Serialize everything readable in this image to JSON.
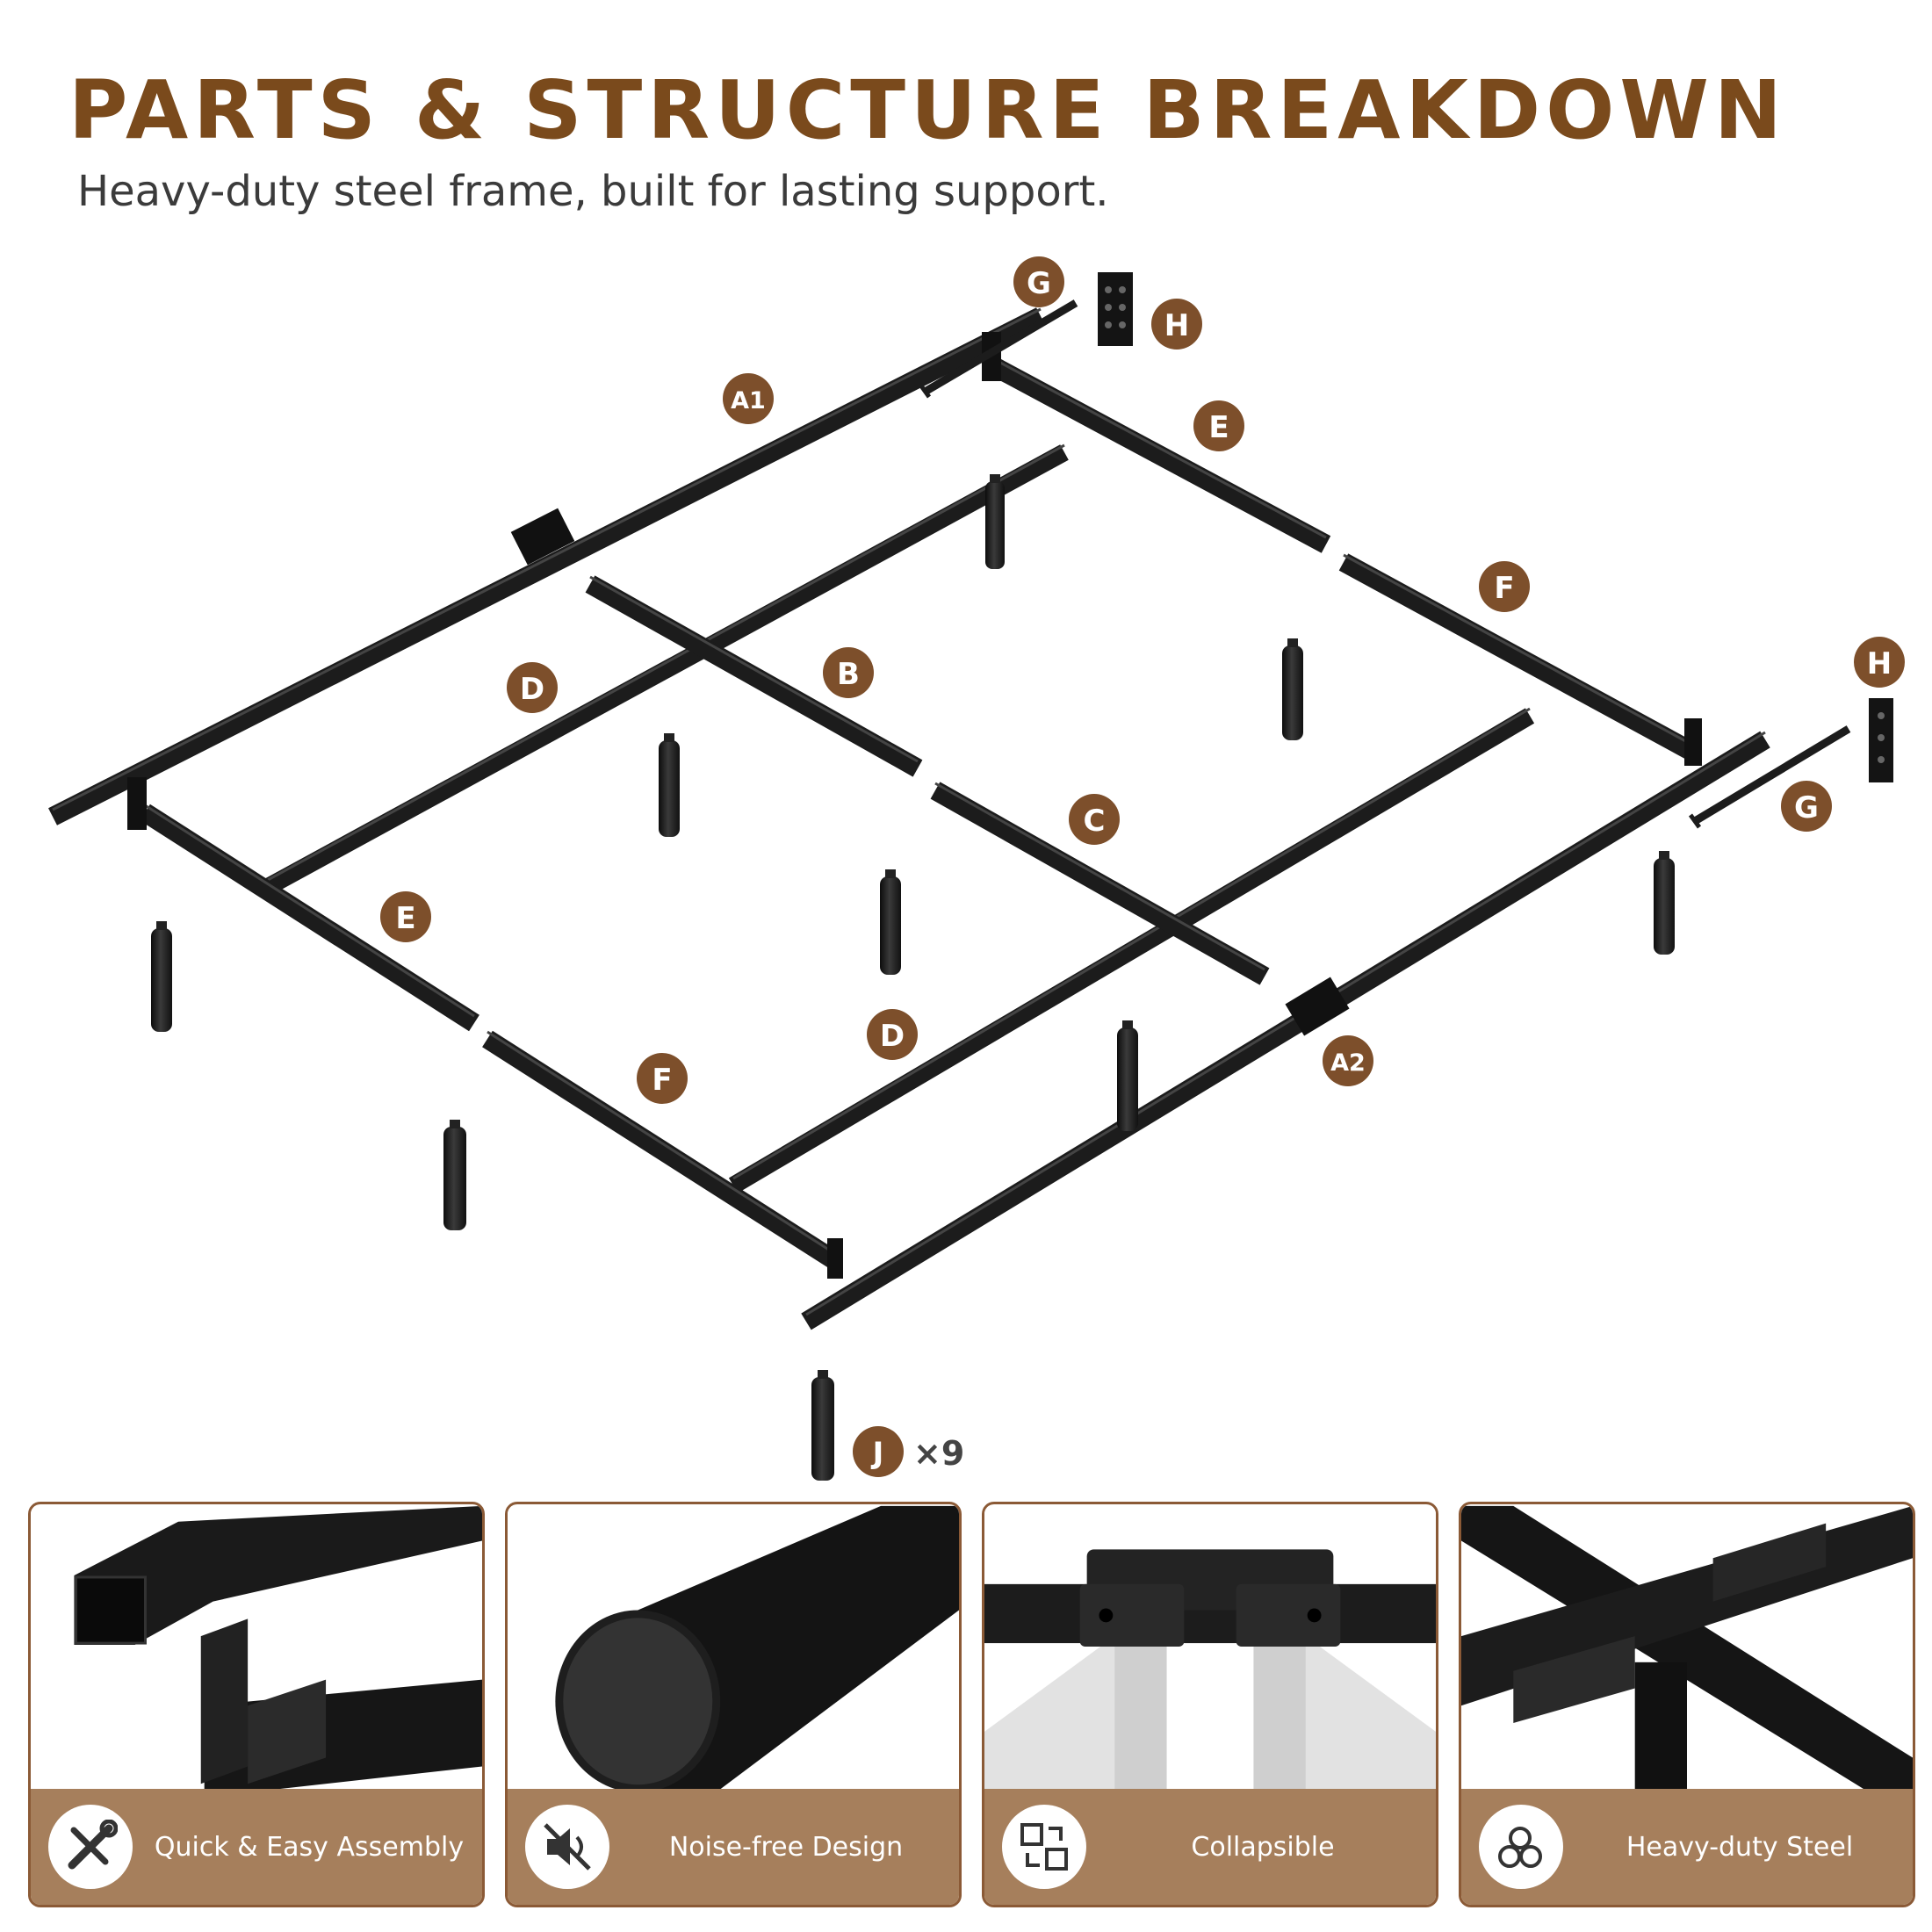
{
  "header": {
    "title": "PARTS & STRUCTURE BREAKDOWN",
    "subtitle": "Heavy-duty steel frame, built for lasting support."
  },
  "colors": {
    "title": "#7a4a1c",
    "callout": "#7d4f2b",
    "frame": "#1c1c1c",
    "feature_bar": "#a67f5c",
    "card_border": "#8b5a36"
  },
  "parts": {
    "a1": "A1",
    "a2": "A2",
    "b": "B",
    "c": "C",
    "d": "D",
    "e": "E",
    "f": "F",
    "g": "G",
    "h": "H",
    "j": "J",
    "j_quantity": "×9"
  },
  "features": [
    {
      "label": "Quick & Easy Assembly",
      "icon": "wrench-screwdriver-icon"
    },
    {
      "label": "Noise-free Design",
      "icon": "mute-icon"
    },
    {
      "label": "Collapsible",
      "icon": "fold-icon"
    },
    {
      "label": "Heavy-duty Steel",
      "icon": "steel-pipes-icon"
    }
  ]
}
